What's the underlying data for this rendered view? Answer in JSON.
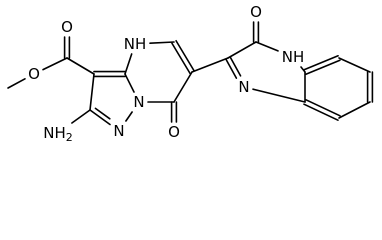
{
  "molecule": {
    "atoms": [
      {
        "id": "ch3",
        "label": ""
      },
      {
        "id": "oe",
        "label": "O"
      },
      {
        "id": "cc",
        "label": ""
      },
      {
        "id": "oc",
        "label": "O"
      },
      {
        "id": "c3",
        "label": ""
      },
      {
        "id": "c3a",
        "label": ""
      },
      {
        "id": "nh4",
        "label": "NH"
      },
      {
        "id": "c5",
        "label": ""
      },
      {
        "id": "c6",
        "label": ""
      },
      {
        "id": "c7",
        "label": ""
      },
      {
        "id": "o7",
        "label": "O"
      },
      {
        "id": "n8",
        "label": "N"
      },
      {
        "id": "n1",
        "label": "N"
      },
      {
        "id": "c2",
        "label": ""
      },
      {
        "id": "nh2",
        "label": "NH2"
      },
      {
        "id": "q2",
        "label": ""
      },
      {
        "id": "q3",
        "label": ""
      },
      {
        "id": "o3",
        "label": "O"
      },
      {
        "id": "nh5",
        "label": "NH"
      },
      {
        "id": "n1q",
        "label": "N"
      },
      {
        "id": "b1",
        "label": ""
      },
      {
        "id": "b2",
        "label": ""
      },
      {
        "id": "b3",
        "label": ""
      },
      {
        "id": "b4",
        "label": ""
      },
      {
        "id": "b5",
        "label": ""
      },
      {
        "id": "b6",
        "label": ""
      }
    ],
    "bonds": [
      {
        "a": "ch3",
        "b": "oe",
        "order": 1
      },
      {
        "a": "oe",
        "b": "cc",
        "order": 1
      },
      {
        "a": "cc",
        "b": "oc",
        "order": 2
      },
      {
        "a": "cc",
        "b": "c3",
        "order": 1
      },
      {
        "a": "c3",
        "b": "c3a",
        "order": 2
      },
      {
        "a": "c3a",
        "b": "nh4",
        "order": 1
      },
      {
        "a": "nh4",
        "b": "c5",
        "order": 1
      },
      {
        "a": "c5",
        "b": "c6",
        "order": 2
      },
      {
        "a": "c6",
        "b": "c7",
        "order": 1
      },
      {
        "a": "c7",
        "b": "o7",
        "order": 2
      },
      {
        "a": "c7",
        "b": "n8",
        "order": 1
      },
      {
        "a": "n8",
        "b": "c3a",
        "order": 1
      },
      {
        "a": "n8",
        "b": "n1",
        "order": 1
      },
      {
        "a": "n1",
        "b": "c2",
        "order": 2
      },
      {
        "a": "c2",
        "b": "c3",
        "order": 1
      },
      {
        "a": "c2",
        "b": "nh2",
        "order": 1
      },
      {
        "a": "c6",
        "b": "q2",
        "order": 1
      },
      {
        "a": "q2",
        "b": "q3",
        "order": 1
      },
      {
        "a": "q3",
        "b": "o3",
        "order": 2
      },
      {
        "a": "q3",
        "b": "nh5",
        "order": 1
      },
      {
        "a": "nh5",
        "b": "b1",
        "order": 1
      },
      {
        "a": "b1",
        "b": "b2",
        "order": 2
      },
      {
        "a": "b2",
        "b": "b3",
        "order": 1
      },
      {
        "a": "b3",
        "b": "b4",
        "order": 2
      },
      {
        "a": "b4",
        "b": "b5",
        "order": 1
      },
      {
        "a": "b5",
        "b": "b6",
        "order": 2
      },
      {
        "a": "b6",
        "b": "b1",
        "order": 1
      },
      {
        "a": "b6",
        "b": "n1q",
        "order": 1
      },
      {
        "a": "n1q",
        "b": "q2",
        "order": 2
      }
    ]
  }
}
